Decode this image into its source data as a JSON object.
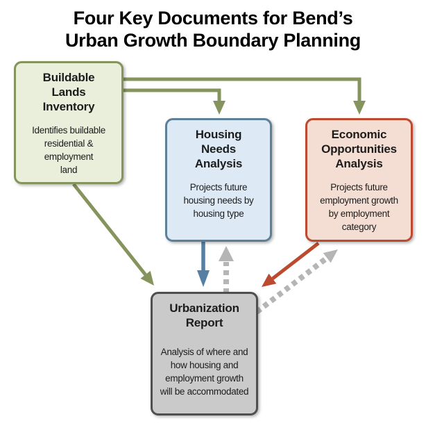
{
  "title": "Four Key Documents for Bend’s\nUrban Growth Boundary Planning",
  "boxes": {
    "buildable_lands": {
      "heading": "Buildable\nLands\nInventory",
      "body": "Identifies buildable\nresidential &\nemployment\nland"
    },
    "housing_needs": {
      "heading": "Housing\nNeeds\nAnalysis",
      "body": "Projects future\nhousing needs by\nhousing type"
    },
    "economic_opportunities": {
      "heading": "Economic\nOpportunities\nAnalysis",
      "body": "Projects future\nemployment growth\nby employment\ncategory"
    },
    "urbanization": {
      "heading": "Urbanization\nReport",
      "body": "Analysis of where and\nhow housing and\nemployment growth\nwill be accommodated"
    }
  },
  "arrows": [
    {
      "from": "buildable_lands",
      "to": "housing_needs",
      "style": "solid",
      "color": "#85945c"
    },
    {
      "from": "buildable_lands",
      "to": "economic_opportunities",
      "style": "solid",
      "color": "#85945c"
    },
    {
      "from": "buildable_lands",
      "to": "urbanization",
      "style": "solid",
      "color": "#85945c"
    },
    {
      "from": "housing_needs",
      "to": "urbanization",
      "style": "solid",
      "color": "#5580a3"
    },
    {
      "from": "economic_opportunities",
      "to": "urbanization",
      "style": "solid",
      "color": "#bc4a2e"
    },
    {
      "from": "urbanization",
      "to": "housing_needs",
      "style": "dashed",
      "color": "#b5b5b5"
    },
    {
      "from": "urbanization",
      "to": "economic_opportunities",
      "style": "dashed",
      "color": "#b5b5b5"
    }
  ],
  "colors": {
    "title_color": "#000000",
    "text_color": "#1c1c1c",
    "green_fill": "#e9efda",
    "green_border": "#85945c",
    "blue_fill": "#ddeaf6",
    "blue_border": "#5e8096",
    "blue_arrow": "#5580a3",
    "red_fill": "#f4ded3",
    "red_border": "#bc4a2e",
    "gray_fill": "#cacaca",
    "gray_border": "#4f4f4f",
    "dashed_gray": "#b5b5b5"
  }
}
